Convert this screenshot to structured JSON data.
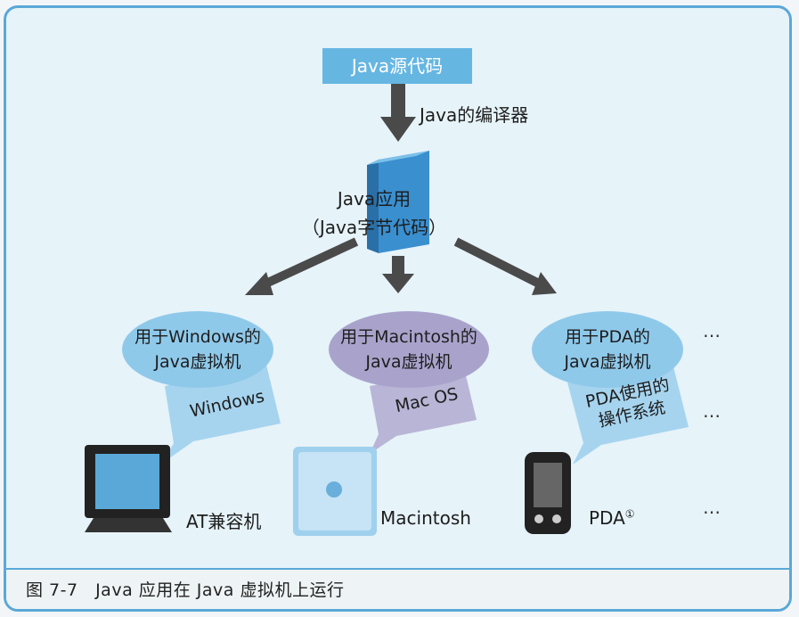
{
  "diagram": {
    "source": "Java源代码",
    "compiler": "Java的编译器",
    "app_line1": "Java应用",
    "app_line2": "（Java字节代码）",
    "vms": [
      {
        "line1": "用于Windows的",
        "line2": "Java虚拟机",
        "os": "Windows",
        "device": "AT兼容机"
      },
      {
        "line1": "用于Macintosh的",
        "line2": "Java虚拟机",
        "os": "Mac OS",
        "device": "Macintosh"
      },
      {
        "line1": "用于PDA的",
        "line2": "Java虚拟机",
        "os_line1": "PDA使用的",
        "os_line2": "操作系统",
        "device": "PDA",
        "footnote": "①"
      }
    ],
    "ellipsis": "…"
  },
  "caption": "图 7-7　Java 应用在 Java 虚拟机上运行",
  "colors": {
    "border": "#5aa8d8",
    "vm_blue": "#8fc9ea",
    "vm_purple": "#a9a3cc",
    "bubble_blue": "#a6d4ef",
    "bubble_purple": "#b9b5d6",
    "arrow": "#4a4a4a"
  }
}
